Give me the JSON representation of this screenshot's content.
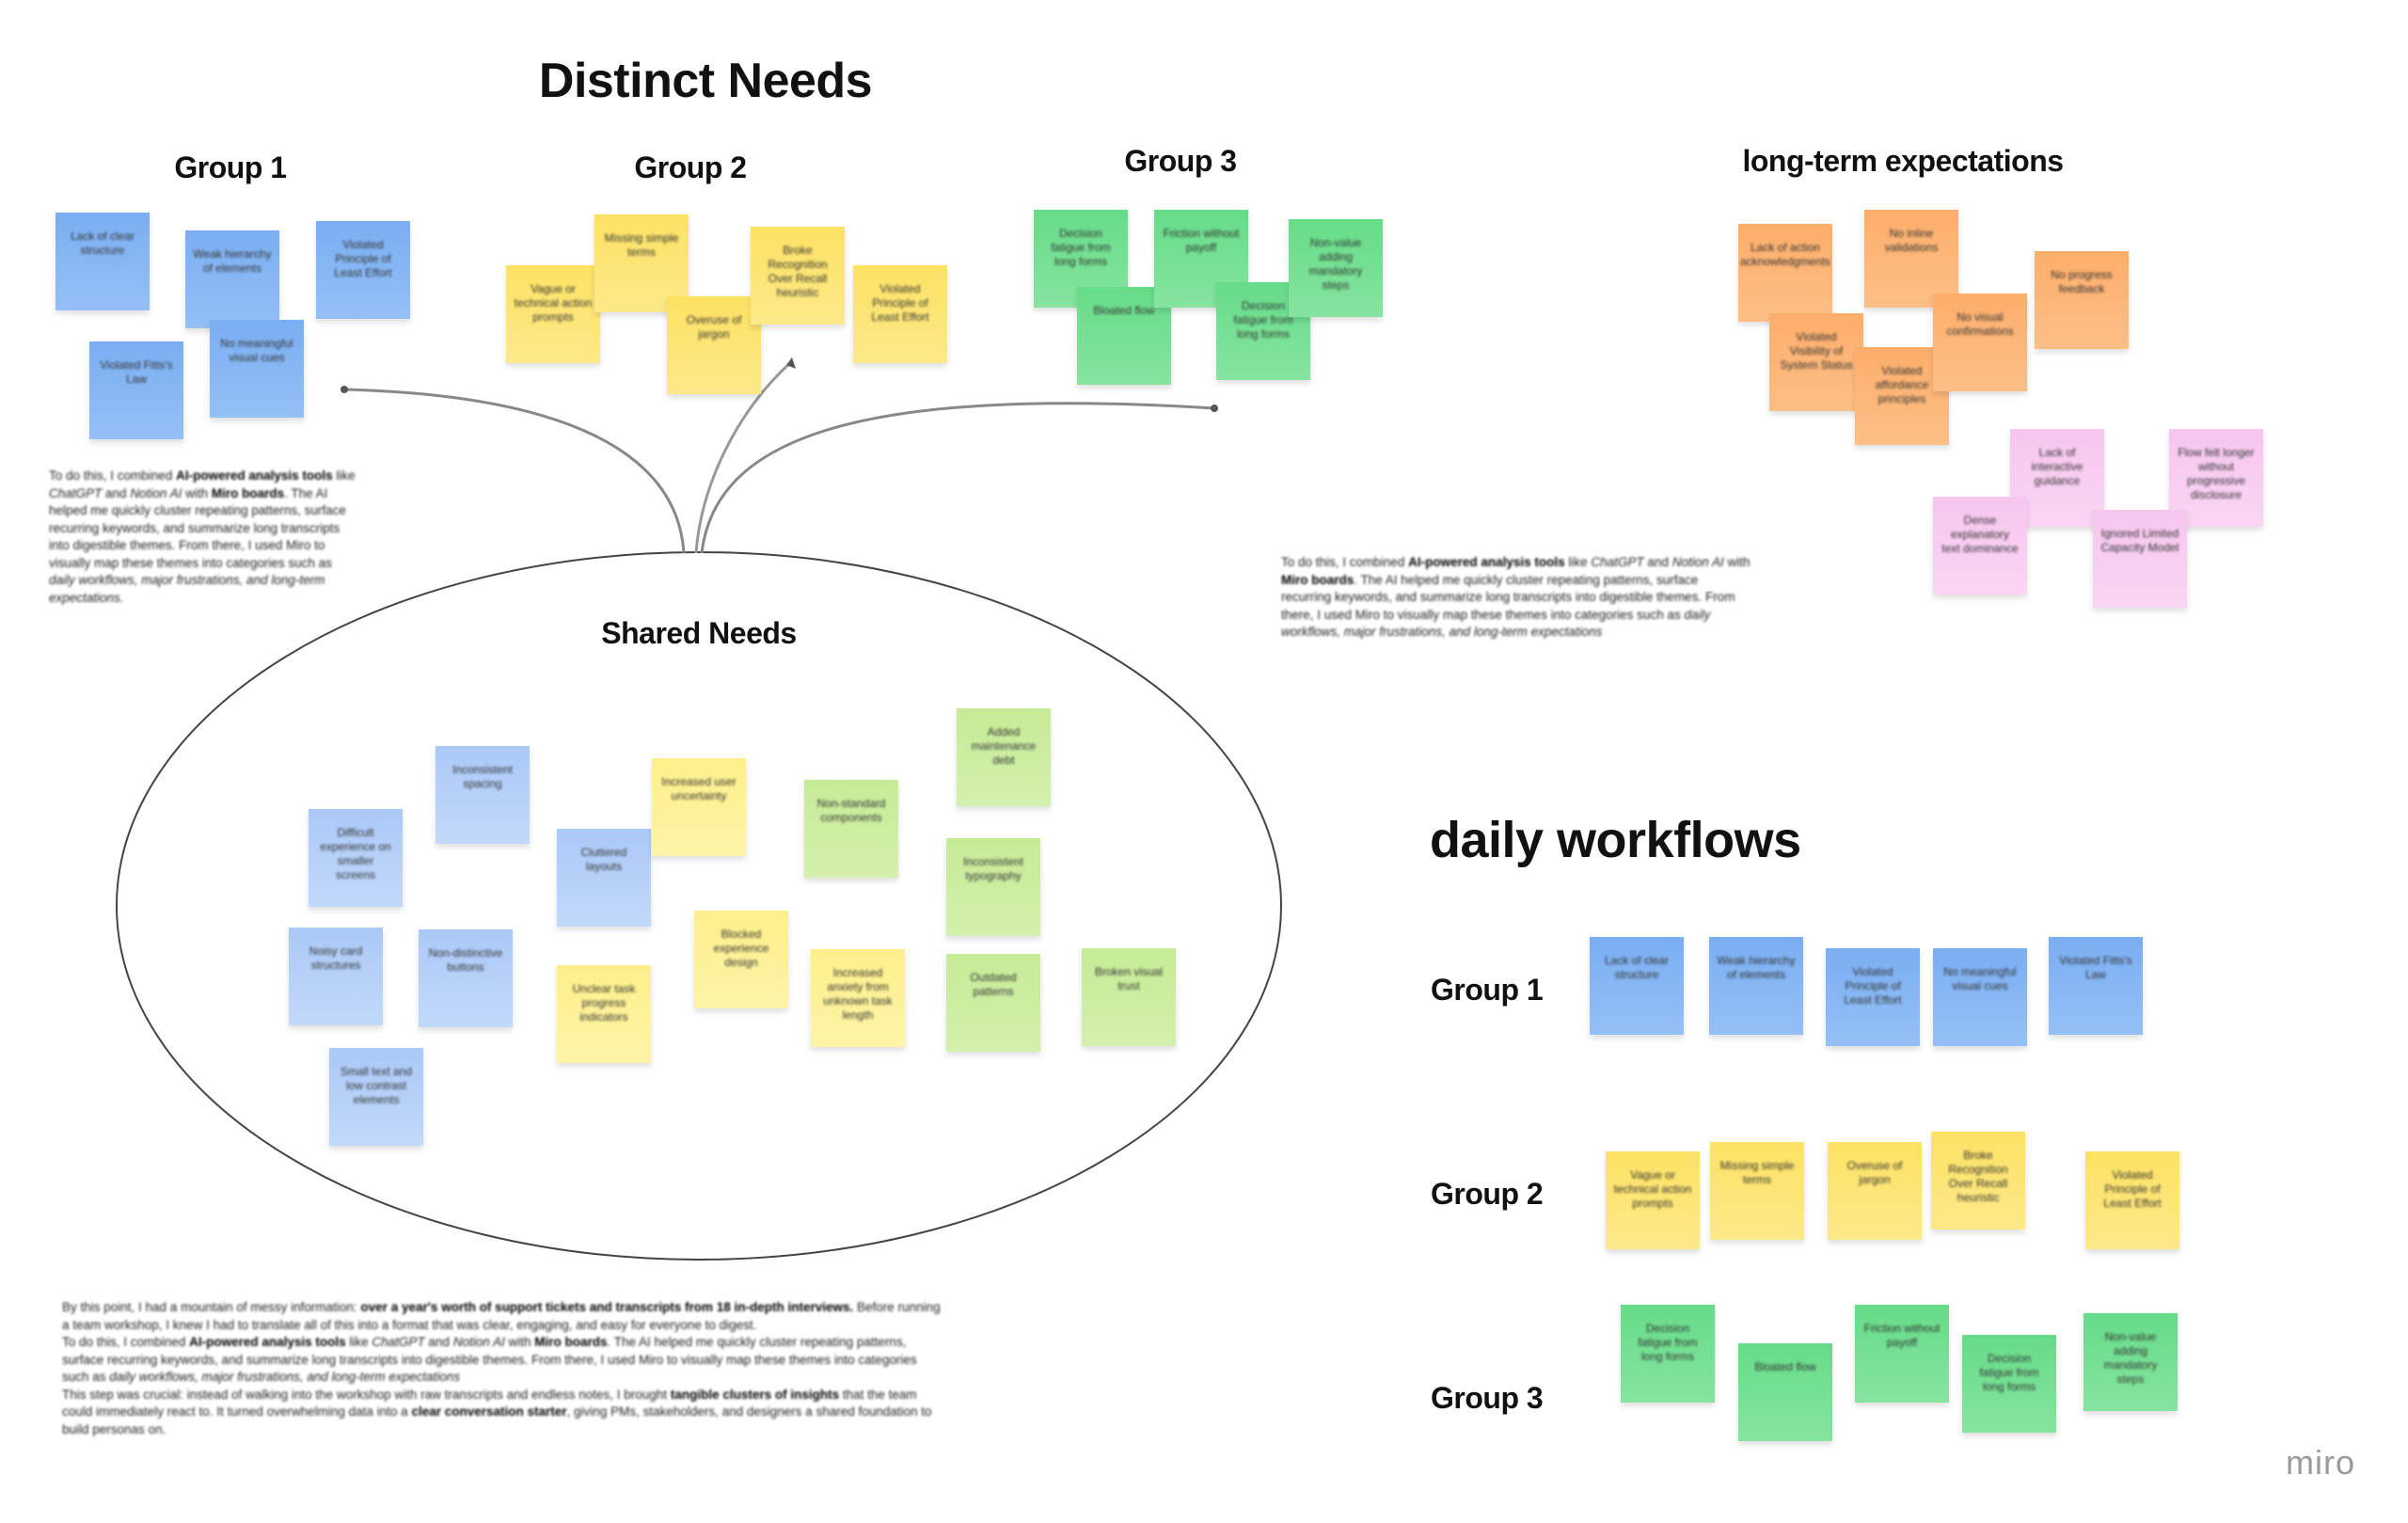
{
  "board": {
    "title": "Distinct Needs",
    "distinct_groups": [
      {
        "label": "Group 1",
        "color": "blue",
        "notes": [
          "Lack of clear structure",
          "Weak hierarchy of elements",
          "Violated Principle of Least Effort",
          "Violated Fitts's Law",
          "No meaningful visual cues"
        ]
      },
      {
        "label": "Group 2",
        "color": "yellow",
        "notes": [
          "Vague or technical action prompts",
          "Missing simple terms",
          "Overuse of jargon",
          "Broke Recognition Over Recall heuristic",
          "Violated Principle of Least Effort"
        ]
      },
      {
        "label": "Group 3",
        "color": "green",
        "notes": [
          "Decision fatigue from long forms",
          "Bloated flow",
          "Friction without payoff",
          "Decision fatigue from long forms",
          "Non-value adding mandatory steps"
        ]
      }
    ],
    "long_term": {
      "title": "long-term expectations",
      "orange_notes": [
        "Lack of action acknowledgments",
        "No inline validations",
        "Violated Visibility of System Status",
        "Violated affordance principles",
        "No visual confirmations",
        "No progress feedback"
      ],
      "pink_notes": [
        "Lack of interactive guidance",
        "Flow felt longer without progressive disclosure",
        "Dense explanatory text dominance",
        "Ignored Limited Capacity Model"
      ]
    },
    "shared": {
      "title": "Shared Needs",
      "blue_notes": [
        "Inconsistent spacing",
        "Difficult experience on smaller screens",
        "Cluttered layouts",
        "Noisy card structures",
        "Non-distinctive buttons",
        "Small text and low contrast elements"
      ],
      "yellow_notes": [
        "Increased user uncertainty",
        "Unclear task progress indicators",
        "Blocked experience design",
        "Increased anxiety from unknown task length"
      ],
      "green_notes": [
        "Added maintenance debt",
        "Non-standard components",
        "Inconsistent typography",
        "Outdated patterns",
        "Broken visual trust"
      ]
    },
    "daily": {
      "title": "daily workflows",
      "groups": [
        {
          "label": "Group 1",
          "color": "blue",
          "notes": [
            "Lack of clear structure",
            "Weak hierarchy of elements",
            "Violated Principle of Least Effort",
            "No meaningful visual cues",
            "Violated Fitts's Law"
          ]
        },
        {
          "label": "Group 2",
          "color": "yellow",
          "notes": [
            "Vague or technical action prompts",
            "Missing simple terms",
            "Overuse of jargon",
            "Broke Recognition Over Recall heuristic",
            "Violated Principle of Least Effort"
          ]
        },
        {
          "label": "Group 3",
          "color": "green",
          "notes": [
            "Decision fatigue from long forms",
            "Bloated flow",
            "Friction without payoff",
            "Decision fatigue from long forms",
            "Non-value adding mandatory steps"
          ]
        }
      ]
    },
    "paragraph_left": [
      [
        {
          "t": "To do this, I combined "
        },
        {
          "t": "AI-powered analysis tools",
          "b": true
        },
        {
          "t": " like "
        },
        {
          "t": "ChatGPT",
          "i": true
        },
        {
          "t": " and "
        },
        {
          "t": "Notion AI",
          "i": true
        },
        {
          "t": " with "
        },
        {
          "t": "Miro boards",
          "b": true
        },
        {
          "t": ". The AI helped me quickly cluster repeating patterns, surface recurring keywords, and summarize long transcripts into digestible themes. From there, I used Miro to visually map these themes into categories such as "
        },
        {
          "t": "daily workflows, major frustrations, and long-term expectations.",
          "i": true
        }
      ]
    ],
    "paragraph_right": [
      [
        {
          "t": "To do this, I combined "
        },
        {
          "t": "AI-powered analysis tools",
          "b": true
        },
        {
          "t": " like "
        },
        {
          "t": "ChatGPT",
          "i": true
        },
        {
          "t": " and "
        },
        {
          "t": "Notion AI",
          "i": true
        },
        {
          "t": " with "
        },
        {
          "t": "Miro boards",
          "b": true
        },
        {
          "t": ". The AI helped me quickly cluster repeating patterns, surface recurring keywords, and summarize long transcripts into digestible themes. From there, I used Miro to visually map these themes into categories such as "
        },
        {
          "t": "daily workflows, major frustrations, and long-term expectations",
          "i": true
        }
      ]
    ],
    "paragraph_bottom": [
      [
        {
          "t": "By this point, I had a mountain of messy information: "
        },
        {
          "t": "over a year's worth of support tickets and transcripts from 18 in-depth interviews.",
          "b": true
        },
        {
          "t": " Before running a team workshop, I knew I had to translate all of this into a format that was clear, engaging, and easy for everyone to digest."
        }
      ],
      [
        {
          "t": "To do this, I combined "
        },
        {
          "t": "AI-powered analysis tools",
          "b": true
        },
        {
          "t": " like "
        },
        {
          "t": "ChatGPT",
          "i": true
        },
        {
          "t": " and "
        },
        {
          "t": "Notion AI",
          "i": true
        },
        {
          "t": " with "
        },
        {
          "t": "Miro boards",
          "b": true
        },
        {
          "t": ". The AI helped me quickly cluster repeating patterns, surface recurring keywords, and summarize long transcripts into digestible themes. From there, I used Miro to visually map these themes into categories such as "
        },
        {
          "t": "daily workflows, major frustrations, and long-term expectations",
          "i": true
        }
      ],
      [
        {
          "t": "This step was crucial: instead of walking into the workshop with raw transcripts and endless notes, I brought "
        },
        {
          "t": "tangible clusters of insights",
          "b": true
        },
        {
          "t": " that the team could immediately react to. It turned overwhelming data into a "
        },
        {
          "t": "clear conversation starter",
          "b": true
        },
        {
          "t": ", giving PMs, stakeholders, and designers a shared foundation to build personas on."
        }
      ]
    ],
    "logo": "miro"
  }
}
